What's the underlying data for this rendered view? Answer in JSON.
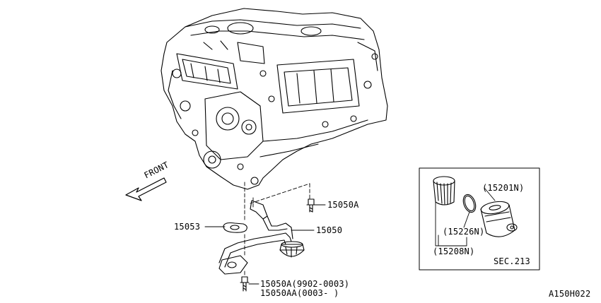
{
  "diagram": {
    "front_label": "FRONT",
    "parts": {
      "bolt_upper": "15050A",
      "gasket": "15053",
      "strainer_pipe": "15050",
      "bolt_lower_a": "15050A(9902-0003)",
      "bolt_lower_aa": "15050AA(0003- )"
    },
    "inset": {
      "filter_assembly": "(15201N)",
      "o_ring": "(15226N)",
      "element": "(15208N)",
      "section_ref": "SEC.213"
    },
    "figure_id": "A150H022"
  },
  "colors": {
    "line": "#000000",
    "background": "#ffffff"
  }
}
